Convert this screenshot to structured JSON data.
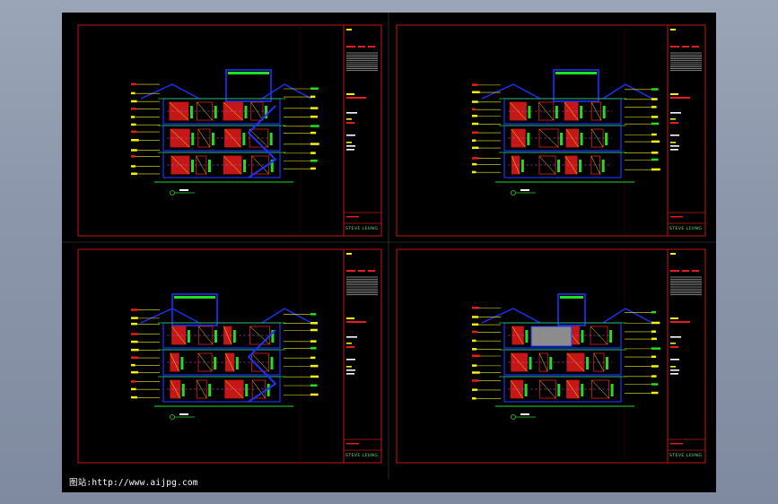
{
  "watermark": "图站:http://www.aijpg.com",
  "sheets": [
    {
      "designer": "STEVE LEUNG"
    },
    {
      "designer": "STEVE LEUNG"
    },
    {
      "designer": "STEVE LEUNG"
    },
    {
      "designer": "STEVE LEUNG"
    }
  ],
  "colors": {
    "background": "#000000",
    "frame": "#c81414",
    "wall": "#1a33ff",
    "section_fill": "#e81c1c",
    "dimension": "#f5f20c",
    "annotation": "#20e020",
    "detail": "#c850e0"
  }
}
